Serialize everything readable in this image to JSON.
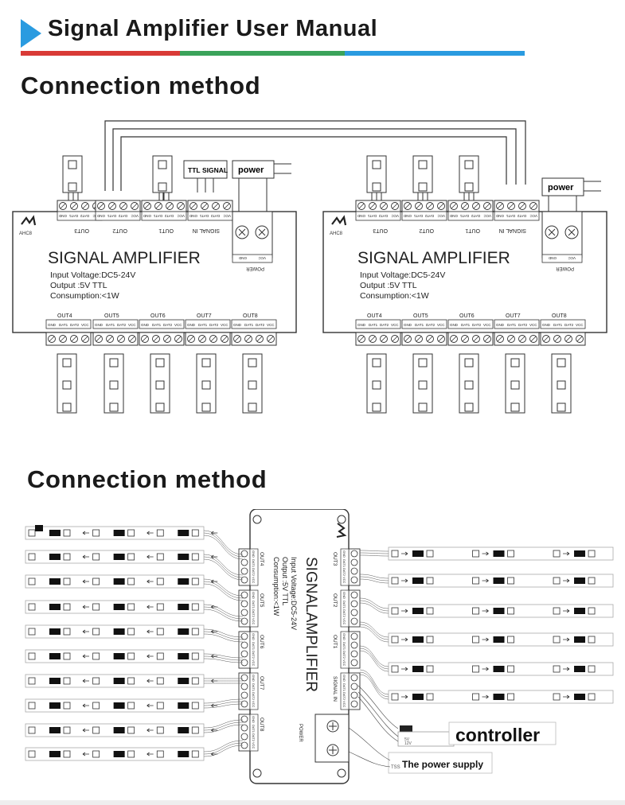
{
  "header": {
    "title": "Signal Amplifier User Manual",
    "colors": {
      "arrow": "#2a9be0",
      "bar_red": "#d93a36",
      "bar_green": "#3aa35a",
      "bar_blue": "#2a9be0"
    }
  },
  "section1": {
    "title": "Connection method"
  },
  "section2": {
    "title": "Connection method"
  },
  "amplifier": {
    "brand": "AHC8",
    "name": "SIGNAL AMPLIFIER",
    "name_compact": "SIGNALAMPLIFIER",
    "spec_voltage": "Input Voltage:DC5-24V",
    "spec_output": "Output :5V  TTL",
    "spec_consumption": "Consumption:<1W",
    "top_ports": [
      "OUT3",
      "OUT2",
      "OUT1",
      "SIGNAL IN"
    ],
    "bottom_ports": [
      "OUT4",
      "OUT5",
      "OUT6",
      "OUT7",
      "OUT8"
    ],
    "pins_out": [
      "GND",
      "DAT1",
      "DAT2",
      "VCC"
    ],
    "pins_in": [
      "GND",
      "DAT1",
      "DAT2",
      "VCC"
    ],
    "power_label": "POWER",
    "power_pins": [
      "GND",
      "VCC"
    ]
  },
  "diagram1": {
    "ttl_label": "TTL",
    "signal_label": "SIGNAL",
    "power_label": "power"
  },
  "diagram2": {
    "controller_label": "controller",
    "power_supply_label": "The power supply"
  },
  "icons": [
    "arrow-marker-icon",
    "led-pixel-icon",
    "terminal-screw-icon",
    "plug-icon"
  ]
}
